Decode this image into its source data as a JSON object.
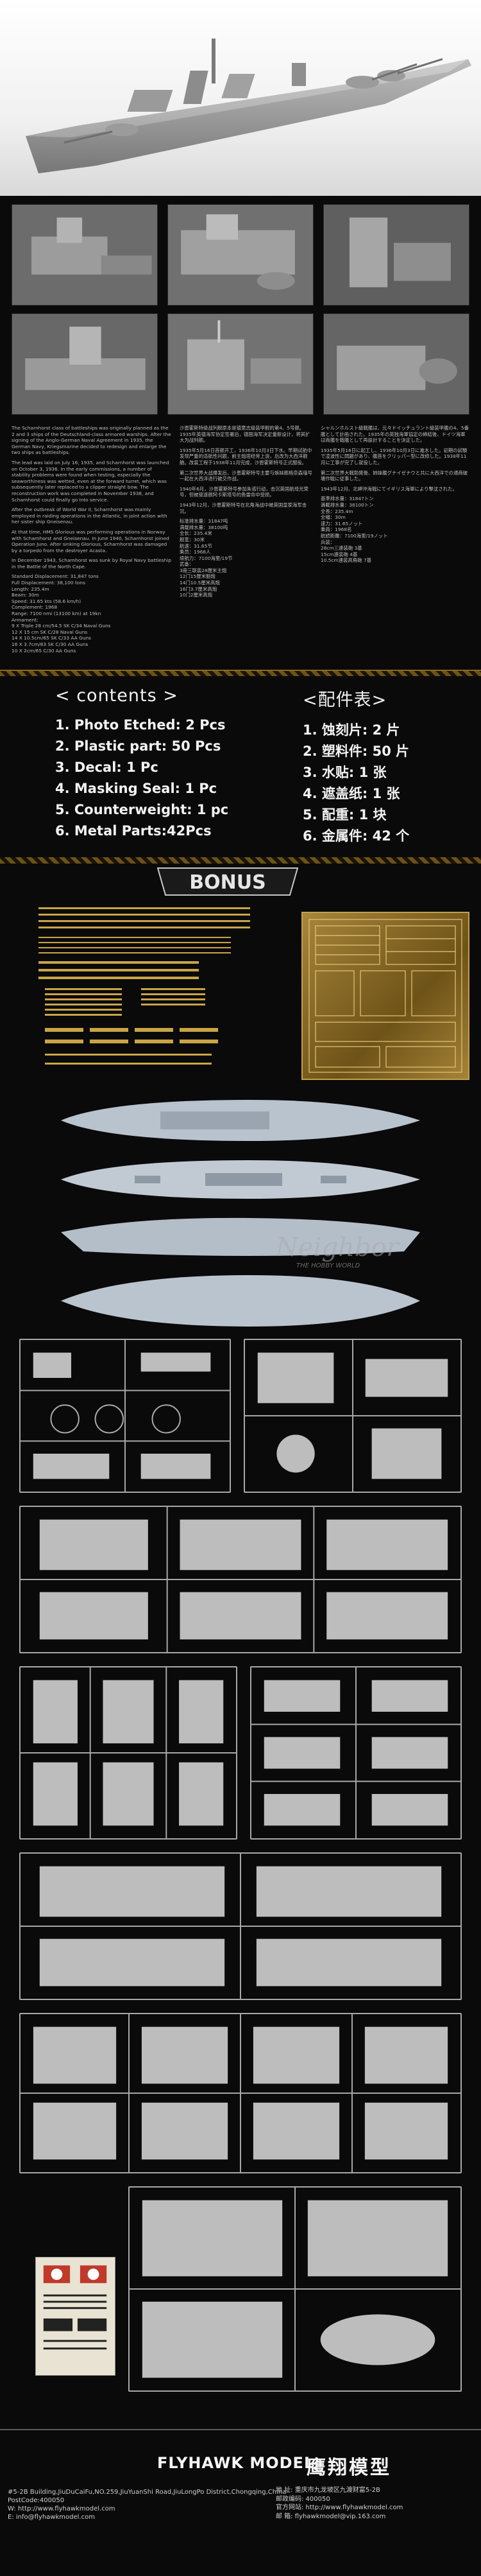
{
  "intro": {
    "en_paragraphs": [
      "The Scharnhorst class of battleships was originally planned as the 2 and 3 ships of the Deutschland-class armored warships. After the signing of the Anglo-German Naval Agreement in 1935, the German Navy, Kriegsmarine decided to redesign and enlarge the two ships as battleships.",
      "The lead was laid on July 16, 1935, and Scharnhorst was launched on October 3, 1936. In the early commissions, a number of stability problems were found when testing, especially the seaworthiness was wetted, even at the forward turret, which was subsequently later replaced to a clipper straight bow. The reconstruction work was completed in November 1938, and Scharnhorst could finally go into service.",
      "After the outbreak of World War II, Scharnhorst was mainly employed in raiding operations in the Atlantic, in joint action with her sister ship Gneisenau.",
      "At that time, HMS Glorious was performing operations in Norway with Scharnhorst and Gneisenau. In June 1940, Scharnhorst joined Operation Juno. After sinking Glorious, Scharnhorst was damaged by a torpedo from the destroyer Acasta.",
      "In December 1943, Scharnhorst was sunk by Royal Navy battleship in the Battle of the North Cape."
    ],
    "en_specs": [
      "Standard Displacement: 31,847 tons",
      "Full Displacement: 38,100 tons",
      "Length: 235.4m",
      "Beam: 30m",
      "Speed: 31.65 kts (58.6 km/h)",
      "Complement: 1968",
      "Range: 7100 nmi (13100 km) at 19kn",
      "Armament:",
      "9 X Triple 28 cm/54.5 SK C/34 Naval Guns",
      "12 X 15 cm SK C/28 Naval Guns",
      "14 X 10.5cm/65 SK C/33 AA Guns",
      "16 X 3.7cm/83 SK C/30 AA Guns",
      "10 X 2cm/65 C/30 AA Guns"
    ],
    "cn_paragraphs": [
      "沙恩霍斯特级战列舰原本是德意志级装甲舰的第4、5号舰。1935年英德海军协定签署后，德国海军决定重新设计，将其扩大为战列舰。",
      "1935年5月16日首舰开工，1936年10月3日下水。早期试航中发现严重的适航性问题，前主炮塔经常上浪，后改为大西洋舰艏。改装工程于1938年11月完成，沙恩霍斯特号正式服役。",
      "第二次世界大战爆发后，沙恩霍斯特号主要与姊妹舰格奈森瑙号一起在大西洋进行破交作战。",
      "1940年6月，沙恩霍斯特号参加朱诺行动，击沉英国航母光荣号，但被驱逐舰阿卡斯塔号的鱼雷命中受损。",
      "1943年12月，沙恩霍斯特号在北角海战中被英国皇家海军击沉。"
    ],
    "cn_specs": [
      "标准排水量：31847吨",
      "满载排水量：38100吨",
      "全长：235.4米",
      "舰宽：30米",
      "航速：31.65节",
      "乘员：1968人",
      "续航力：7100海里/19节",
      "武备：",
      "3座三联装28厘米主炮",
      "12门15厘米副炮",
      "14门10.5厘米高炮",
      "16门3.7厘米高炮",
      "10门2厘米高炮"
    ],
    "jp_paragraphs": [
      "シャルンホルスト級戦艦は、元々ドイッチュラント級装甲艦の4、5番艦として計画された。1935年の英独海軍協定の締結後、ドイツ海軍は両艦を戦艦として再設計することを決定した。",
      "1935年5月16日に起工し、1936年10月3日に進水した。初期の試験で凌波性に問題があり、艦首をクリッパー型に改修した。1938年11月に工事が完了し就役した。",
      "第二次世界大戦勃発後、姉妹艦グナイゼナウと共に大西洋での通商破壊作戦に従事した。",
      "1943年12月、北岬沖海戦にてイギリス海軍により撃沈された。"
    ],
    "jp_specs": [
      "基準排水量：31847トン",
      "満載排水量：38100トン",
      "全長：235.4m",
      "全幅：30m",
      "速力：31.65ノット",
      "乗員：1968名",
      "航続距離：7100海里/19ノット",
      "兵装：",
      "28cm三連装砲 3基",
      "15cm連装砲 4基",
      "10.5cm連装高角砲 7基"
    ]
  },
  "contents_en": {
    "title": "< contents >",
    "items": [
      "1. Photo Etched: 2 Pcs",
      "2. Plastic part: 50 Pcs",
      "3. Decal: 1 Pc",
      "4. Masking Seal: 1 Pc",
      "5. Counterweight: 1 pc",
      "6. Metal Parts:42Pcs"
    ]
  },
  "contents_cn": {
    "title": "<配件表>",
    "items": [
      "1. 蚀刻片: 2 片",
      "2. 塑料件: 50 片",
      "3. 水贴: 1 张",
      "4. 遮盖纸: 1 张",
      "5. 配重: 1 块",
      "6. 金属件: 42 个"
    ]
  },
  "bonus": {
    "title": "BONUS"
  },
  "watermark": {
    "text": "Neighbor",
    "sub": "THE HOBBY WORLD"
  },
  "footer": {
    "brand_en": "FLYHAWK MODEL",
    "brand_cn": "鹰翔模型",
    "left_lines": [
      "#5-2B Building,JiuDuCaiFu,NO.259,JiuYuanShi Road,JiuLongPo District,Chongqing,China",
      "PostCode:400050",
      "W: http://www.flyhawkmodel.com",
      "E: info@flyhawkmodel.com"
    ],
    "right_lines": [
      "地    址: 重庆市九龙坡区九渡财富5-2B",
      "邮政编码: 400050",
      "官方网站: http://www.flyhawkmodel.com",
      "邮    箱: flyhawkmodel@vip.163.com"
    ]
  },
  "colors": {
    "background": "#0a0a0a",
    "accent_gold": "#8a6a1e",
    "sprue_gray": "#a8a8a8",
    "hull_blue": "#b9c3cd"
  }
}
